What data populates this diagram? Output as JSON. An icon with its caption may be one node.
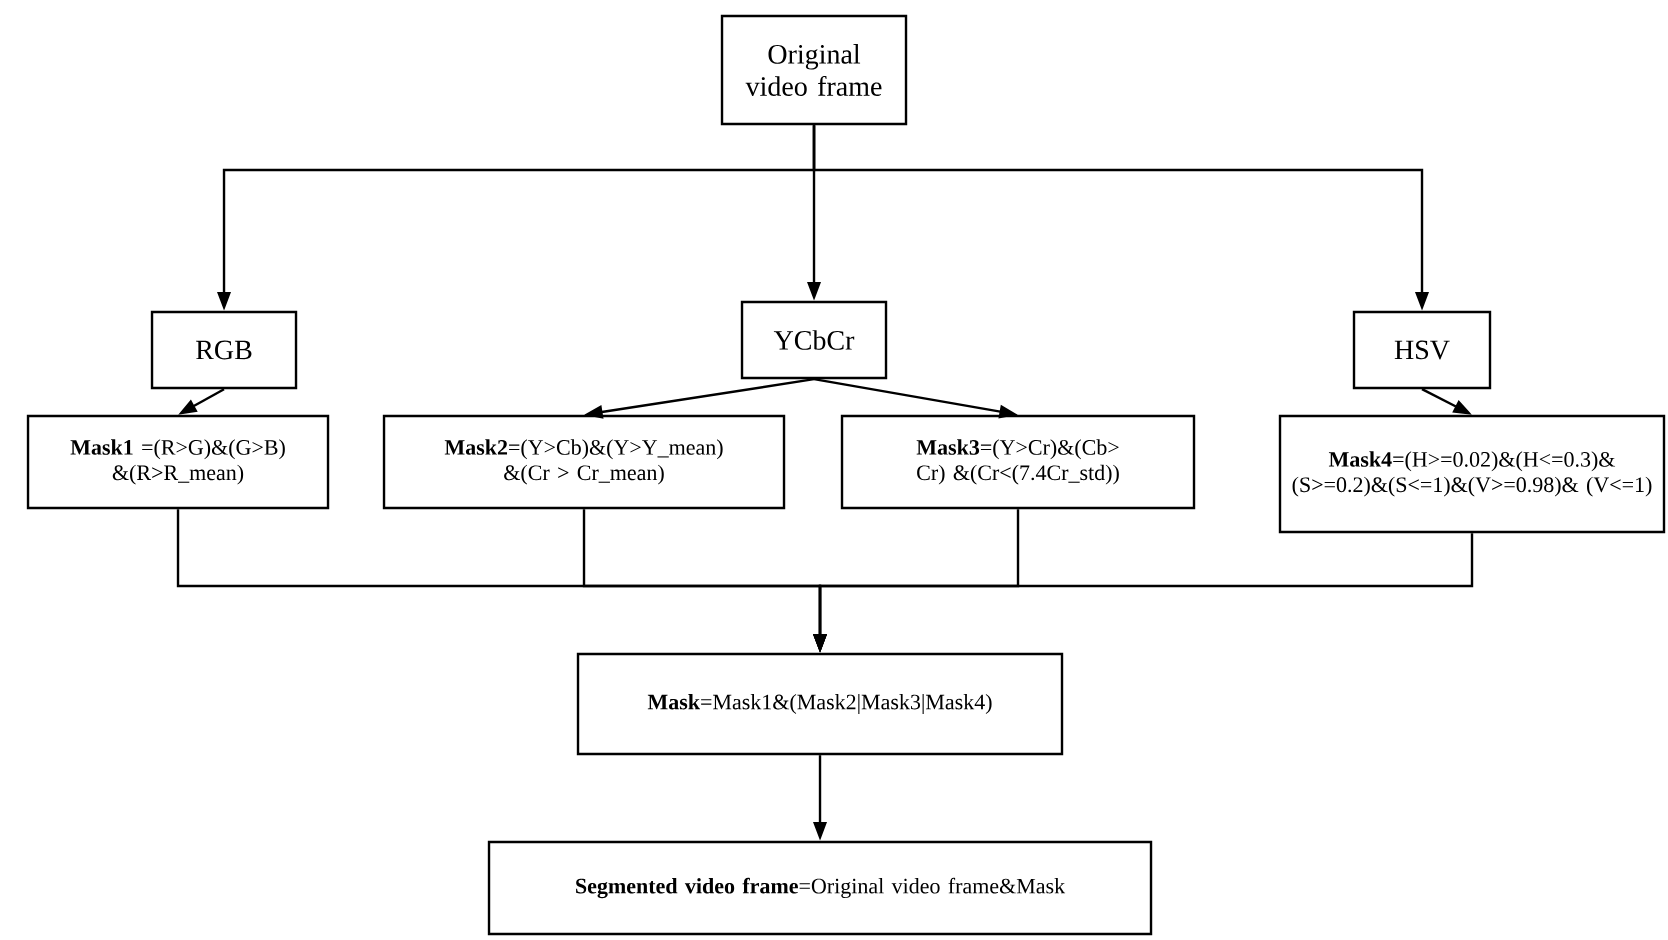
{
  "diagram": {
    "nodes": [
      {
        "text": [
          "Original video frame"
        ]
      },
      {
        "text": [
          "RGB"
        ]
      },
      {
        "text": [
          "YCbCr"
        ]
      },
      {
        "text": [
          "HSV"
        ]
      },
      {
        "text": [
          "**Mask1** =(R>G)&(G>B) &(R>R_mean)"
        ]
      },
      {
        "text": [
          "**Mask2**=(Y>Cb)&(Y>Y_mean) &(Cr > Cr_mean)"
        ]
      },
      {
        "text": [
          "**Mask3**=(Y>Cr)&(Cb> Cr) &(Cr<(7.4Cr_std))"
        ]
      },
      {
        "text": [
          "**Mask4**=(H>=0.02)&(H<=0.3)& (S>=0.2)&(S<=1)&(V>=0.98)& (V<=1)"
        ]
      },
      {
        "text": [
          "**Mask**=Mask1&(Mask2|Mask3|Mask4)"
        ]
      },
      {
        "text": [
          "**Segmented video frame**=Original video frame&Mask"
        ]
      }
    ],
    "edges": [
      {
        "from": 0,
        "to": 1,
        "arrow": "to"
      },
      {
        "from": 0,
        "to": 2,
        "arrow": "to"
      },
      {
        "from": 0,
        "to": 3,
        "arrow": "to"
      },
      {
        "from": 1,
        "to": 4,
        "arrow": "to"
      },
      {
        "from": 2,
        "to": 5,
        "arrow": "to"
      },
      {
        "from": 2,
        "to": 6,
        "arrow": "to"
      },
      {
        "from": 3,
        "to": 7,
        "arrow": "to"
      },
      {
        "from": 4,
        "to": 8,
        "arrow": "to"
      },
      {
        "from": 5,
        "to": 8,
        "arrow": "to"
      },
      {
        "from": 6,
        "to": 8,
        "arrow": "to"
      },
      {
        "from": 7,
        "to": 8,
        "arrow": "to"
      },
      {
        "from": 8,
        "to": 9,
        "arrow": "to"
      }
    ]
  }
}
